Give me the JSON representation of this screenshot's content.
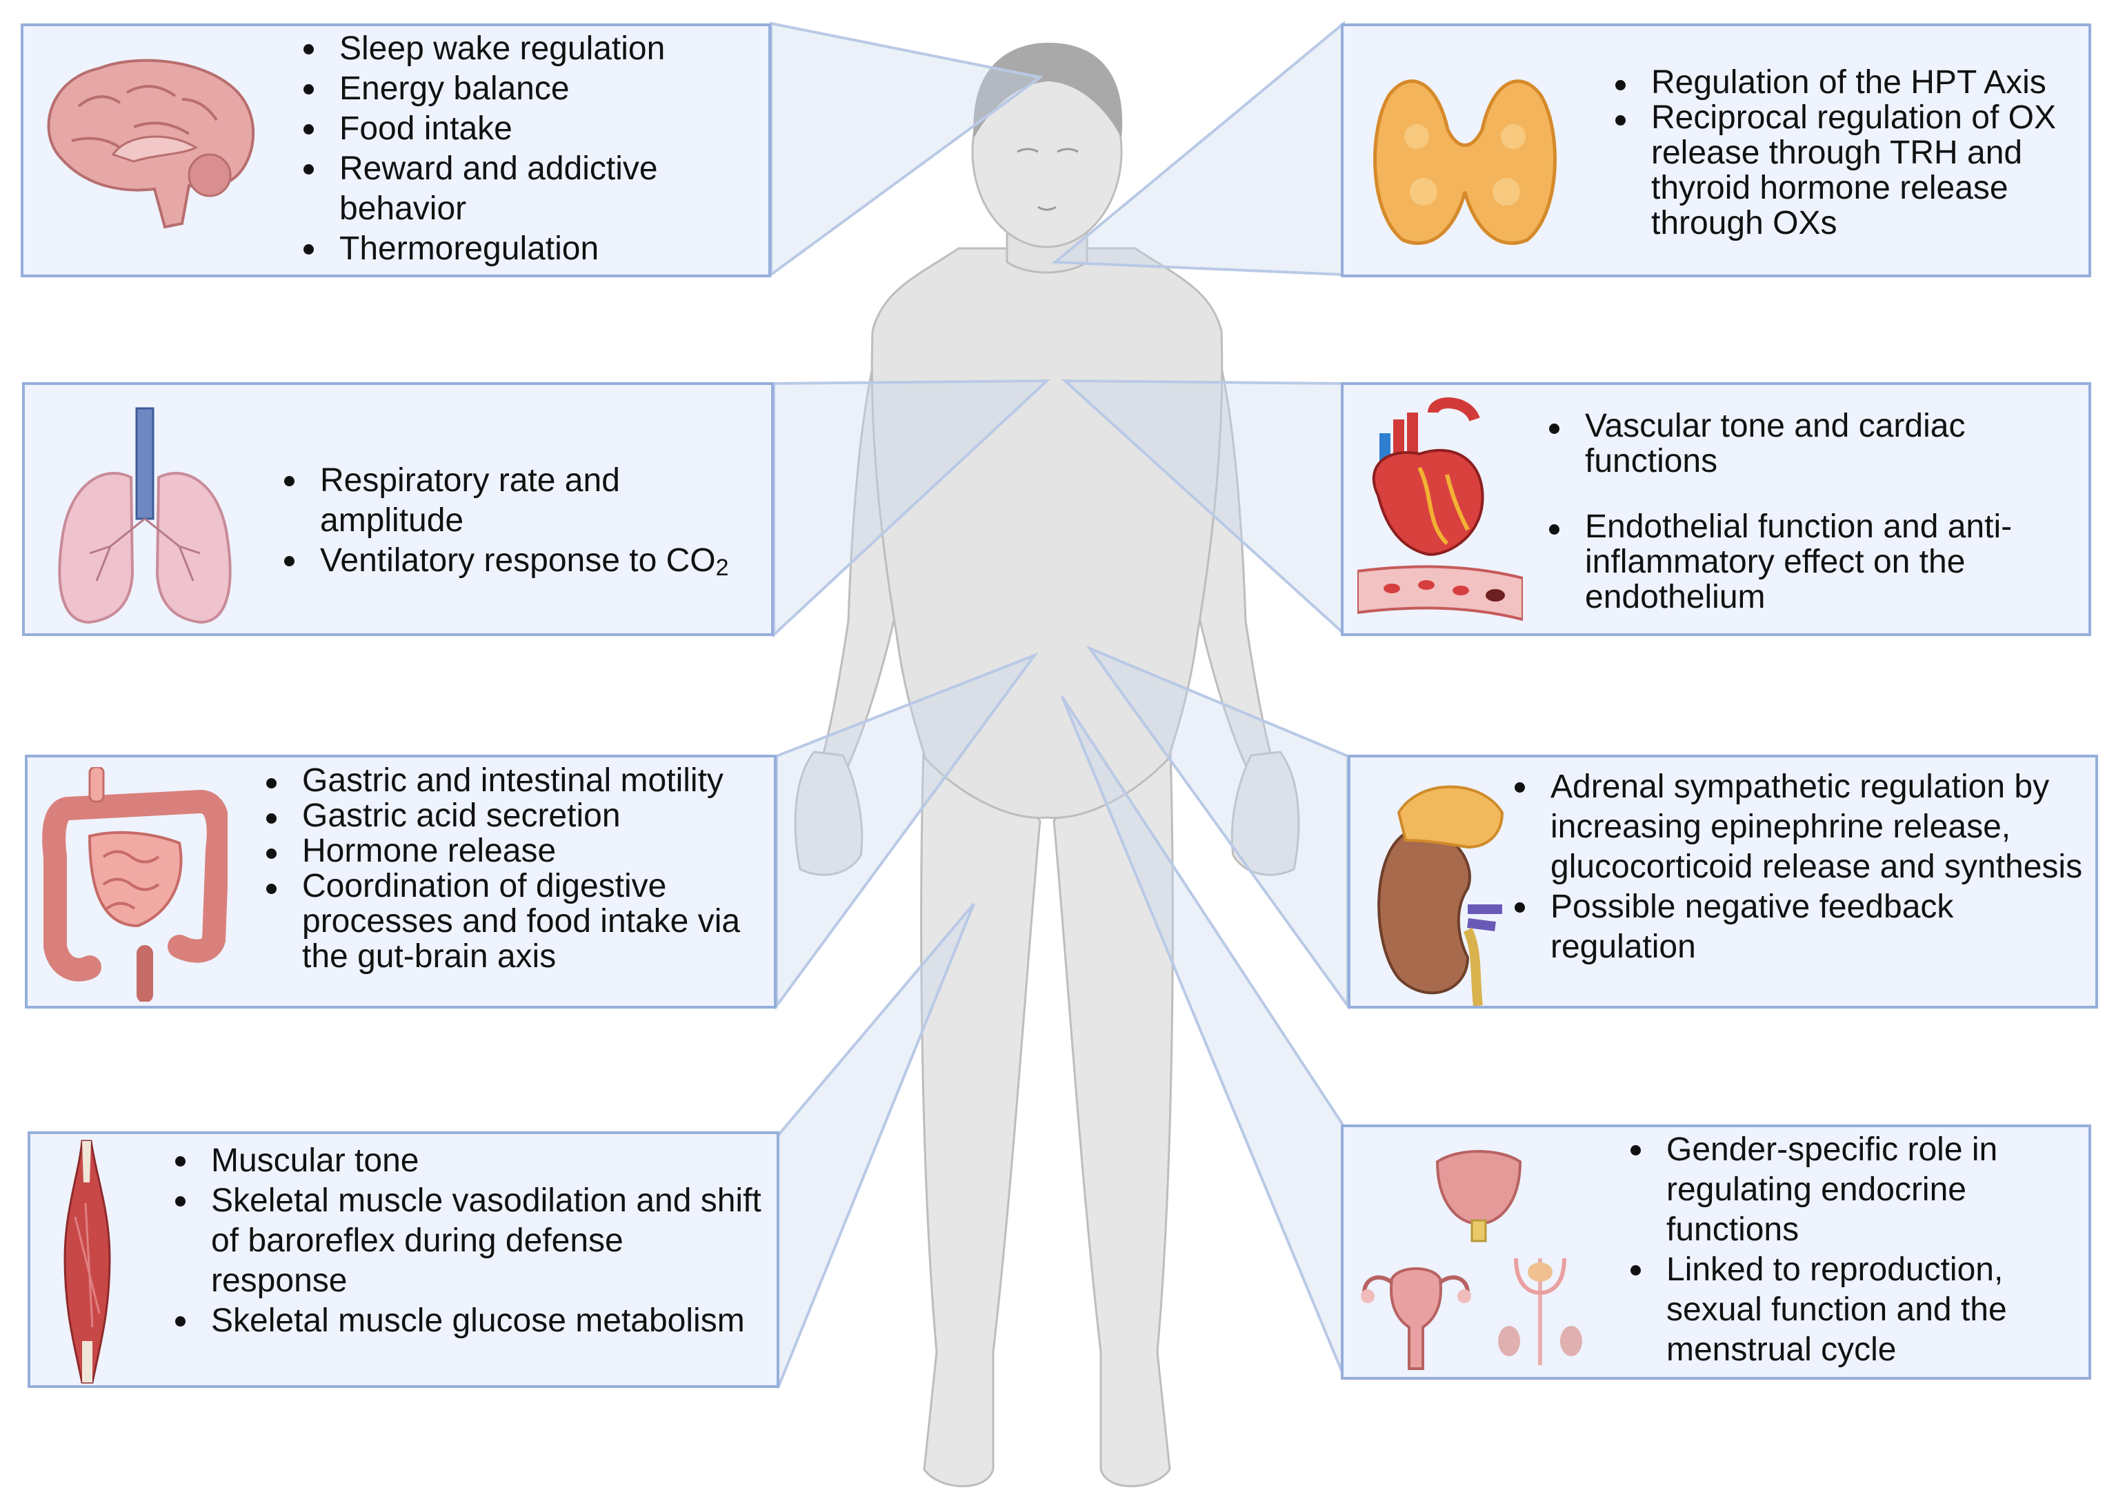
{
  "panels": {
    "brain": {
      "items": [
        "Sleep wake regulation",
        "Energy  balance",
        "Food intake",
        "Reward and addictive behavior",
        "Thermoregulation"
      ]
    },
    "thyroid": {
      "items": [
        "Regulation of the HPT Axis",
        "Reciprocal regulation of OX release through TRH and thyroid hormone release through OXs"
      ]
    },
    "lungs": {
      "items": [
        "Respiratory rate and amplitude",
        "Ventilatory response to CO"
      ],
      "co2_subscript": "2"
    },
    "heart": {
      "items": [
        "Vascular tone and cardiac functions",
        "Endothelial function and anti-inflammatory effect on the endothelium"
      ]
    },
    "gut": {
      "items": [
        "Gastric and intestinal motility",
        "Gastric acid secretion",
        "Hormone release",
        "Coordination of digestive processes and food intake via the gut-brain axis"
      ]
    },
    "adrenal": {
      "items": [
        "Adrenal sympathetic regulation by increasing epinephrine release, glucocorticoid release and synthesis",
        "Possible negative feedback regulation"
      ]
    },
    "muscle": {
      "items": [
        "Muscular tone",
        "Skeletal muscle vasodilation and shift of baroreflex during defense response",
        "Skeletal muscle glucose metabolism"
      ]
    },
    "reproductive": {
      "items": [
        "Gender-specific role in regulating endocrine functions",
        "Linked to reproduction, sexual function and the menstrual cycle"
      ]
    }
  },
  "icons": [
    "brain-icon",
    "thyroid-icon",
    "lungs-icon",
    "heart-icon",
    "blood-vessel-icon",
    "intestine-icon",
    "kidney-adrenal-icon",
    "muscle-icon",
    "bladder-icon",
    "uterus-icon",
    "male-reproductive-icon",
    "human-body-figure"
  ],
  "colors": {
    "panel_fill": "#eef3fd",
    "panel_border": "#95aedb",
    "connector": "#b9c9e6",
    "body": "#e4e4e4",
    "hair": "#a9a9a9"
  }
}
